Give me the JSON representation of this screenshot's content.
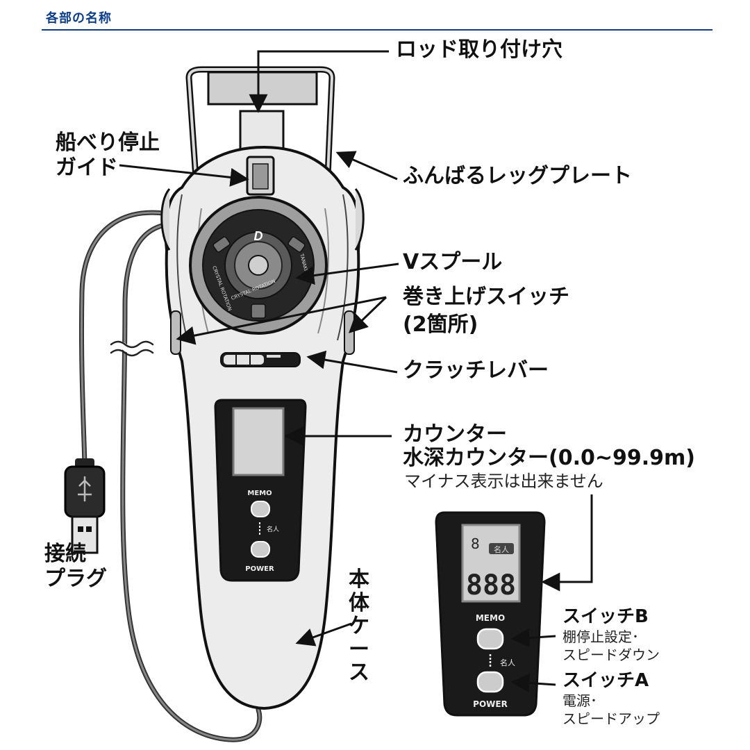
{
  "header": {
    "title": "各部の名称"
  },
  "device": {
    "logo": "D",
    "memo_label": "MEMO",
    "power_label": "POWER",
    "meijin_label": "名人",
    "spool_text_left": "CRYSTAL ROTATION",
    "spool_text_right": "TANAKI",
    "spool_text_bottom": "CRYSTAL ROTATION"
  },
  "labels": {
    "rod_hole": "ロッド取り付け穴",
    "stopper_guide_line1": "船べり停止",
    "stopper_guide_line2": "ガイド",
    "leg_plate": "ふんばるレッグプレート",
    "v_spool": "Vスプール",
    "winding_switch_line1": "巻き上げスイッチ",
    "winding_switch_line2": "(2箇所)",
    "clutch_lever": "クラッチレバー",
    "counter_line1": "カウンター",
    "counter_line2": "水深カウンター(0.0~99.9m)",
    "counter_note": "マイナス表示は出来ません",
    "plug_line1": "接続",
    "plug_line2": "プラグ",
    "body_case": "本体ケース"
  },
  "detail": {
    "lcd_small_digit": "8",
    "lcd_badge": "名人",
    "lcd_digits": "888",
    "memo_label": "MEMO",
    "power_label": "POWER",
    "meijin_label": "名人",
    "switch_b_title": "スイッチB",
    "switch_b_line1": "棚停止設定･",
    "switch_b_line2": "スピードダウン",
    "switch_a_title": "スイッチA",
    "switch_a_line1": "電源･",
    "switch_a_line2": "スピードアップ"
  }
}
